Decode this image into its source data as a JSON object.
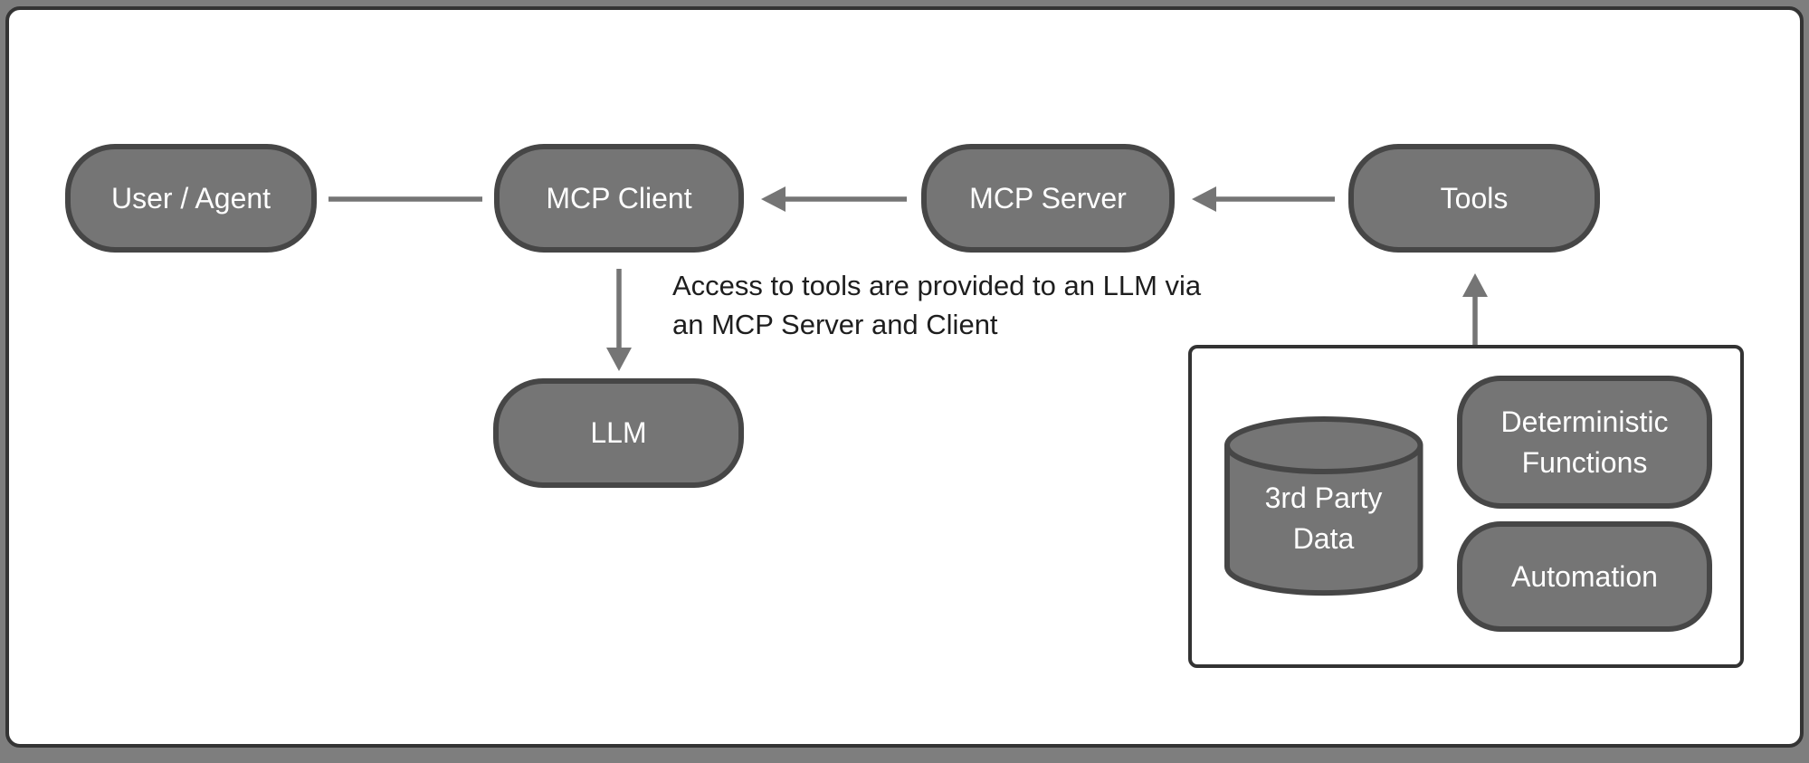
{
  "diagram": {
    "nodes": {
      "user_agent": {
        "label": "User / Agent"
      },
      "mcp_client": {
        "label": "MCP Client"
      },
      "mcp_server": {
        "label": "MCP Server"
      },
      "tools": {
        "label": "Tools"
      },
      "llm": {
        "label": "LLM"
      },
      "third_party_data": {
        "label": "3rd Party\nData"
      },
      "deterministic_functions": {
        "label": "Deterministic\nFunctions"
      },
      "automation": {
        "label": "Automation"
      }
    },
    "annotation": {
      "text": "Access to tools are provided to an LLM via\nan MCP Server and Client"
    },
    "connections": [
      {
        "from": "user_agent",
        "to": "mcp_client",
        "style": "plain-line"
      },
      {
        "from": "mcp_server",
        "to": "mcp_client",
        "style": "arrow"
      },
      {
        "from": "tools",
        "to": "mcp_server",
        "style": "arrow"
      },
      {
        "from": "mcp_client",
        "to": "llm",
        "style": "arrow"
      },
      {
        "from": "tools_group",
        "to": "tools",
        "style": "arrow"
      }
    ],
    "colors": {
      "node_fill": "#757575",
      "node_border": "#464646",
      "node_text": "#ffffff",
      "connector": "#757575",
      "annotation_text": "#1e1e1e",
      "canvas_bg": "#ffffff",
      "canvas_border": "#343434",
      "group_box_border": "#333333",
      "outer_background": "#7e7e7e"
    }
  }
}
